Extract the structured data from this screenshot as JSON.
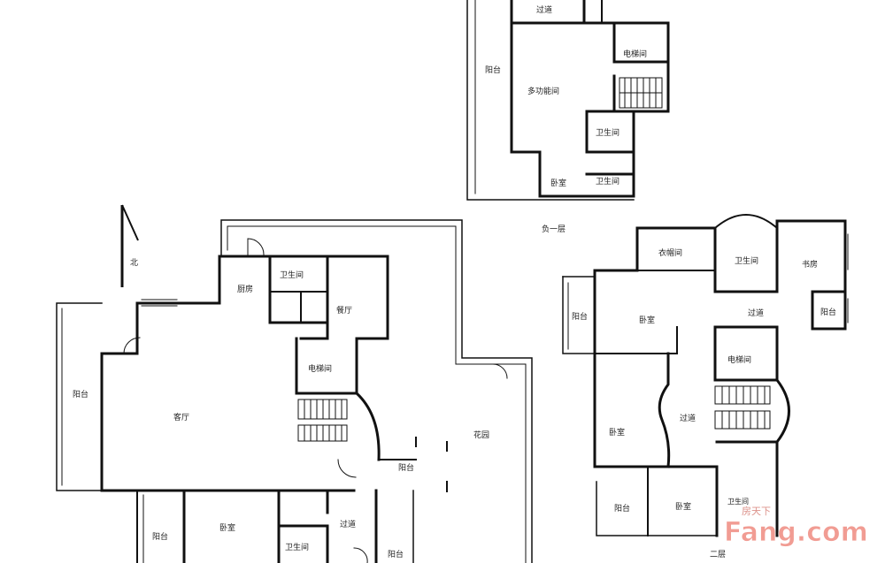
{
  "compass": {
    "north_label": "北"
  },
  "floor_labels": {
    "basement": "负一层",
    "second": "二层"
  },
  "rooms": {
    "basement": {
      "corridor": "过道",
      "elevator": "电梯间",
      "balcony": "阳台",
      "multipurpose": "多功能间",
      "bath1": "卫生间",
      "bath2": "卫生间",
      "bedroom": "卧室"
    },
    "first": {
      "kitchen": "厨房",
      "bath1": "卫生间",
      "dining": "餐厅",
      "elevator": "电梯间",
      "balcony_left": "阳台",
      "living": "客厅",
      "garden": "花园",
      "terrace": "阳台",
      "balcony_bl": "阳台",
      "bedroom": "卧室",
      "corridor": "过道",
      "bath2": "卫生间",
      "balcony_br": "阳台"
    },
    "second": {
      "cloakroom": "衣帽间",
      "bath1": "卫生间",
      "study": "书房",
      "balcony_left": "阳台",
      "bedroom1": "卧室",
      "corridor1": "过道",
      "balcony_right": "阳台",
      "elevator": "电梯间",
      "bedroom2": "卧室",
      "corridor2": "过道",
      "balcony_bottom": "阳台",
      "bedroom3": "卧室",
      "bath2": "卫生间"
    }
  },
  "watermark": {
    "brand": "Fang.com",
    "chinese": "房天下"
  }
}
